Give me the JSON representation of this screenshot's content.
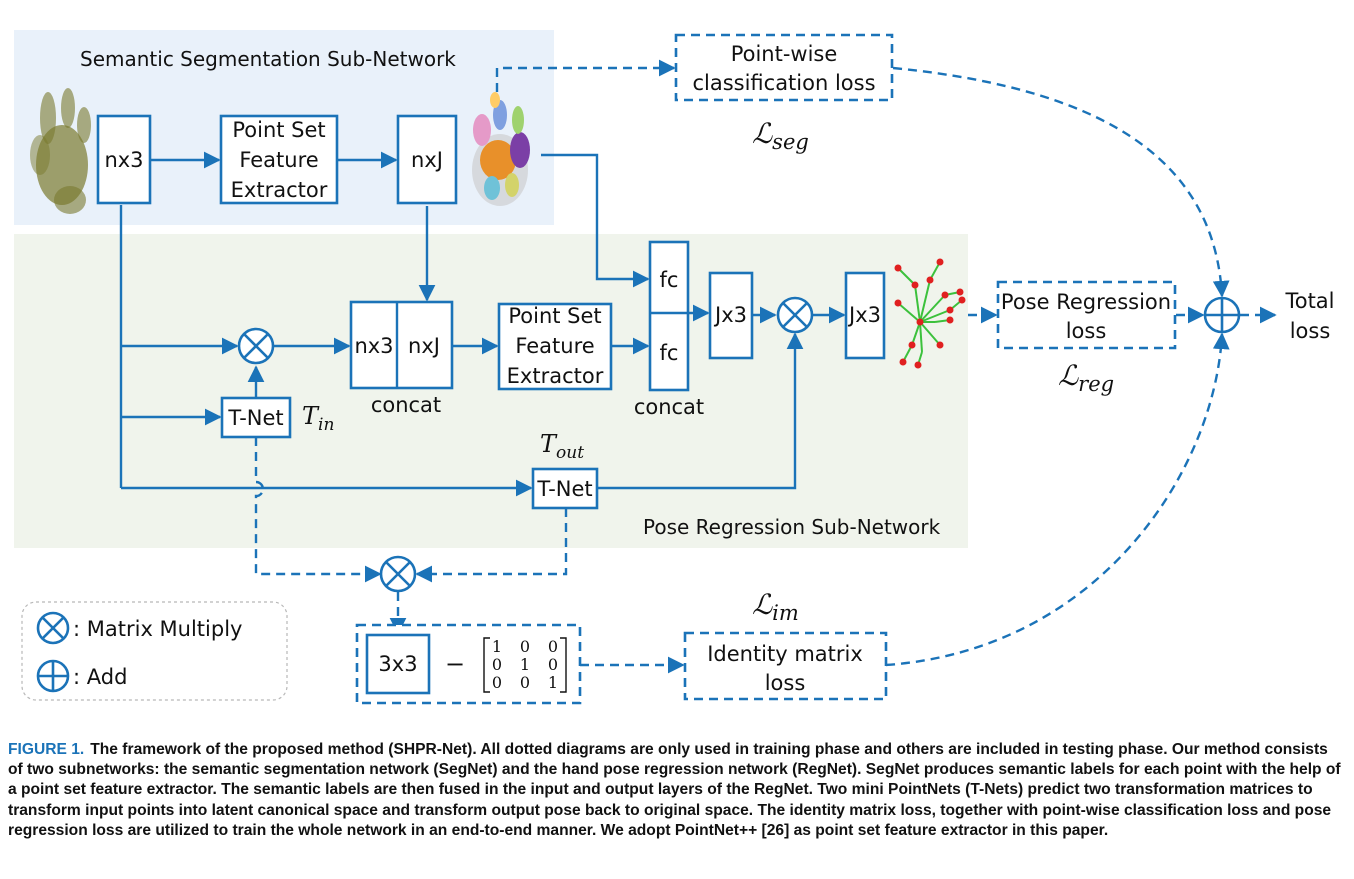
{
  "diagram": {
    "seg_title": "Semantic Segmentation Sub-Network",
    "reg_title": "Pose Regression Sub-Network",
    "nx3": "nx3",
    "nxJ": "nxJ",
    "psfe_1": "Point Set",
    "psfe_2": "Feature",
    "psfe_3": "Extractor",
    "concat": "concat",
    "fc": "fc",
    "jx3": "Jx3",
    "tnet": "T-Net",
    "tin_main": "T",
    "tin_sub": "in",
    "tout_main": "T",
    "tout_sub": "out",
    "pwcl_1": "Point-wise",
    "pwcl_2": "classification loss",
    "prl_1": "Pose Regression",
    "prl_2": "loss",
    "iml_1": "Identity matrix",
    "iml_2": "loss",
    "total_1": "Total",
    "total_2": "loss",
    "l_main": "ℒ",
    "lseg_sub": "seg",
    "lreg_sub": "reg",
    "lim_sub": "im",
    "three_by_three": "3x3",
    "minus": "−",
    "matrix_rows": [
      [
        "1",
        "0",
        "0"
      ],
      [
        "0",
        "1",
        "0"
      ],
      [
        "0",
        "0",
        "1"
      ]
    ],
    "legend_multiply": ":  Matrix Multiply",
    "legend_add": ":  Add"
  },
  "caption": {
    "label": "FIGURE 1.",
    "text": "The framework of the proposed method (SHPR-Net). All dotted diagrams are only used in training phase and others are included in testing phase. Our method consists of two subnetworks: the semantic segmentation network (SegNet) and the hand pose regression network (RegNet). SegNet produces semantic labels for each point with the help of a point set feature extractor. The semantic labels are then fused in the input and output layers of the RegNet. Two mini PointNets (T-Nets) predict two transformation matrices to transform input points into latent canonical space and transform output pose back to original space. The identity matrix loss, together with point-wise classification loss and pose regression loss are utilized to train the whole network in an end-to-end manner. We adopt PointNet++ [26] as point set feature extractor in this paper."
  },
  "colors": {
    "accent": "#1b73b8",
    "seg_bg": "#e9f1fa",
    "reg_bg": "#f0f4ec"
  }
}
